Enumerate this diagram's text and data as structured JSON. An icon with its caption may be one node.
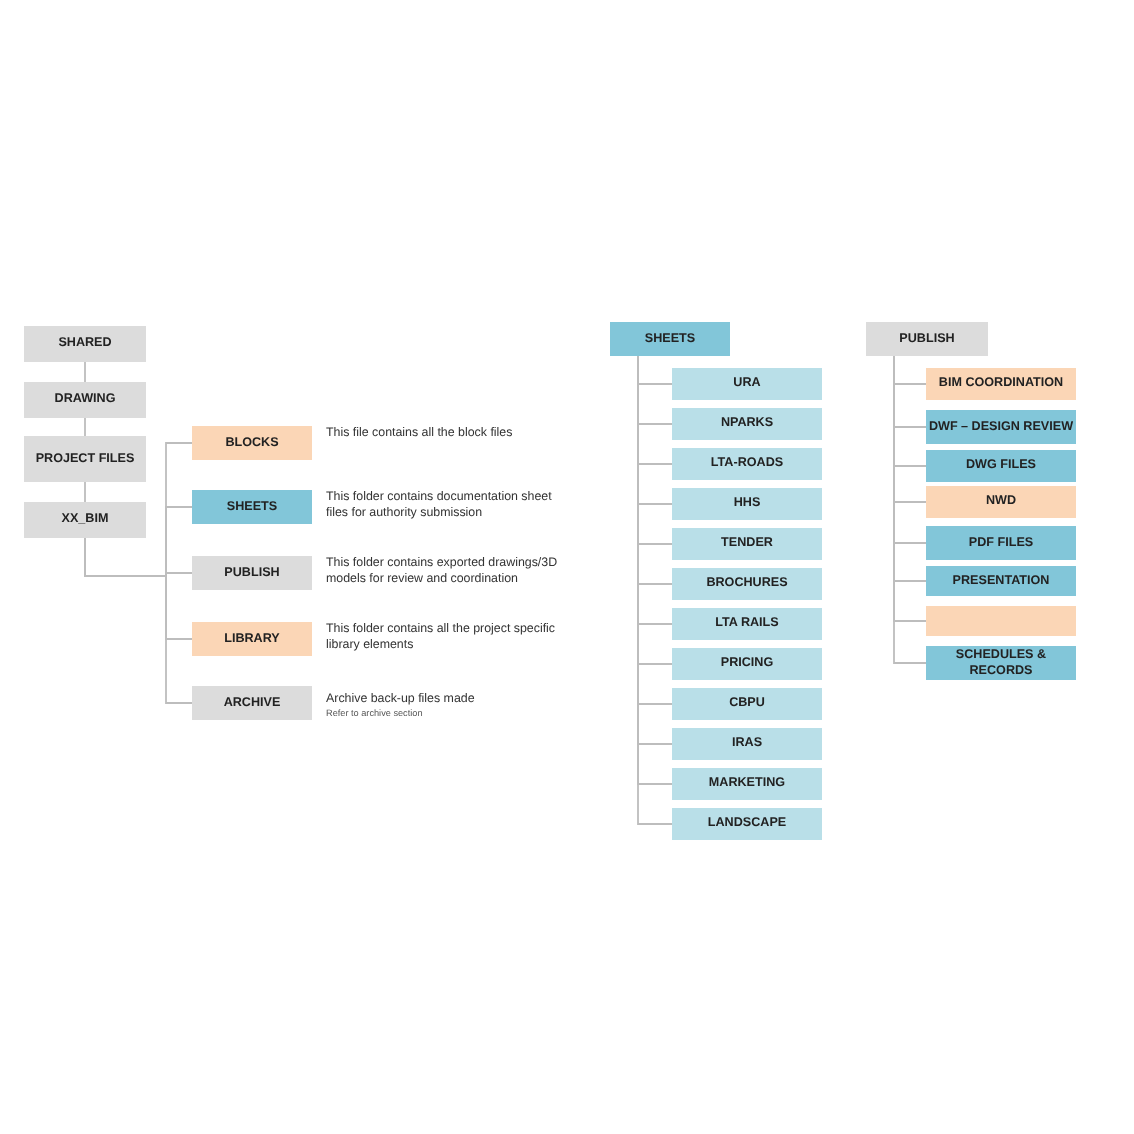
{
  "diagram": {
    "nodes": [
      {
        "text": [
          "SHARED"
        ]
      },
      {
        "text": [
          "DRAWING"
        ]
      },
      {
        "text": [
          "PROJECT FILES"
        ]
      },
      {
        "text": [
          "XX_BIM"
        ]
      },
      {
        "text": [
          "BLOCKS"
        ],
        "beside": [
          "This file contains all the block files"
        ]
      },
      {
        "text": [
          "SHEETS"
        ],
        "beside": [
          "This folder contains documentation sheet files for authority submission"
        ]
      },
      {
        "text": [
          "PUBLISH"
        ],
        "beside": [
          "This folder contains exported drawings/3D models for review and coordination"
        ]
      },
      {
        "text": [
          "LIBRARY"
        ],
        "beside": [
          "This folder contains all the project specific library elements"
        ]
      },
      {
        "text": [
          "ARCHIVE"
        ],
        "beside": [
          "Archive back-up files made",
          "Refer to archive section"
        ]
      },
      {
        "text": [
          "SHEETS"
        ]
      },
      {
        "text": [
          "URA"
        ]
      },
      {
        "text": [
          "NPARKS"
        ]
      },
      {
        "text": [
          "LTA-ROADS"
        ]
      },
      {
        "text": [
          "HHS"
        ]
      },
      {
        "text": [
          "TENDER"
        ]
      },
      {
        "text": [
          "BROCHURES"
        ]
      },
      {
        "text": [
          "LTA RAILS"
        ]
      },
      {
        "text": [
          "PRICING"
        ]
      },
      {
        "text": [
          "CBPU"
        ]
      },
      {
        "text": [
          "IRAS"
        ]
      },
      {
        "text": [
          "MARKETING"
        ]
      },
      {
        "text": [
          "LANDSCAPE"
        ]
      },
      {
        "text": [
          "PUBLISH"
        ]
      },
      {
        "text": [
          "BIM COORDINATION"
        ]
      },
      {
        "text": [
          "DWF – DESIGN REVIEW"
        ]
      },
      {
        "text": [
          "DWG FILES"
        ]
      },
      {
        "text": [
          "NWD"
        ]
      },
      {
        "text": [
          "PDF FILES"
        ]
      },
      {
        "text": [
          "PRESENTATION"
        ]
      },
      {
        "text": [],
        "shape": "box"
      },
      {
        "text": [
          "SCHEDULES & RECORDS"
        ]
      }
    ],
    "edges": [
      {
        "from": 0,
        "to": 1,
        "arrow": "none"
      },
      {
        "from": 1,
        "to": 2,
        "arrow": "none"
      },
      {
        "from": 2,
        "to": 3,
        "arrow": "none"
      },
      {
        "from": 3,
        "to": 4,
        "arrow": "none"
      },
      {
        "from": 3,
        "to": 5,
        "arrow": "none"
      },
      {
        "from": 3,
        "to": 6,
        "arrow": "none"
      },
      {
        "from": 3,
        "to": 7,
        "arrow": "none"
      },
      {
        "from": 3,
        "to": 8,
        "arrow": "none"
      },
      {
        "from": 9,
        "to": 10,
        "arrow": "none"
      },
      {
        "from": 9,
        "to": 11,
        "arrow": "none"
      },
      {
        "from": 9,
        "to": 12,
        "arrow": "none"
      },
      {
        "from": 9,
        "to": 13,
        "arrow": "none"
      },
      {
        "from": 9,
        "to": 14,
        "arrow": "none"
      },
      {
        "from": 9,
        "to": 15,
        "arrow": "none"
      },
      {
        "from": 9,
        "to": 16,
        "arrow": "none"
      },
      {
        "from": 9,
        "to": 17,
        "arrow": "none"
      },
      {
        "from": 9,
        "to": 18,
        "arrow": "none"
      },
      {
        "from": 9,
        "to": 19,
        "arrow": "none"
      },
      {
        "from": 9,
        "to": 20,
        "arrow": "none"
      },
      {
        "from": 9,
        "to": 21,
        "arrow": "none"
      },
      {
        "from": 22,
        "to": 23,
        "arrow": "none"
      },
      {
        "from": 22,
        "to": 24,
        "arrow": "none"
      },
      {
        "from": 22,
        "to": 25,
        "arrow": "none"
      },
      {
        "from": 22,
        "to": 26,
        "arrow": "none"
      },
      {
        "from": 22,
        "to": 27,
        "arrow": "none"
      },
      {
        "from": 22,
        "to": 28,
        "arrow": "none"
      },
      {
        "from": 22,
        "to": 29,
        "arrow": "none"
      },
      {
        "from": 22,
        "to": 30,
        "arrow": "none"
      }
    ]
  }
}
